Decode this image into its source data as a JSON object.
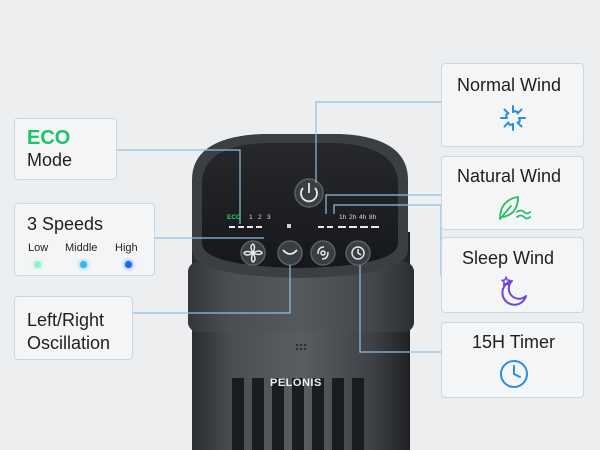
{
  "callouts": {
    "eco": {
      "title": "ECO",
      "subtitle": "Mode"
    },
    "speeds": {
      "title": "3 Speeds",
      "levels": [
        "Low",
        "Middle",
        "High"
      ],
      "dot_colors": [
        "#8ff0cf",
        "#35b7ea",
        "#1a6de8"
      ]
    },
    "oscillation": {
      "line1": "Left/Right",
      "line2": "Oscillation"
    },
    "normal_wind": {
      "label": "Normal Wind",
      "icon": "normal-wind-icon"
    },
    "natural_wind": {
      "label": "Natural Wind",
      "icon": "natural-wind-leaf-icon"
    },
    "sleep_wind": {
      "label": "Sleep Wind",
      "icon": "moon-star-icon"
    },
    "timer": {
      "label": "15H Timer",
      "icon": "clock-icon"
    }
  },
  "fan": {
    "brand": "PELONIS",
    "panel": {
      "eco_label": "ECO",
      "speed_labels": [
        "1",
        "2",
        "3"
      ],
      "timer_labels": [
        "1h",
        "2h",
        "4h",
        "8h"
      ]
    }
  },
  "colors": {
    "eco_green": "#1fc36b",
    "icon_blue": "#2a8fe0",
    "icon_purple": "#6f46d8",
    "callout_line": "#8cc1e0"
  }
}
